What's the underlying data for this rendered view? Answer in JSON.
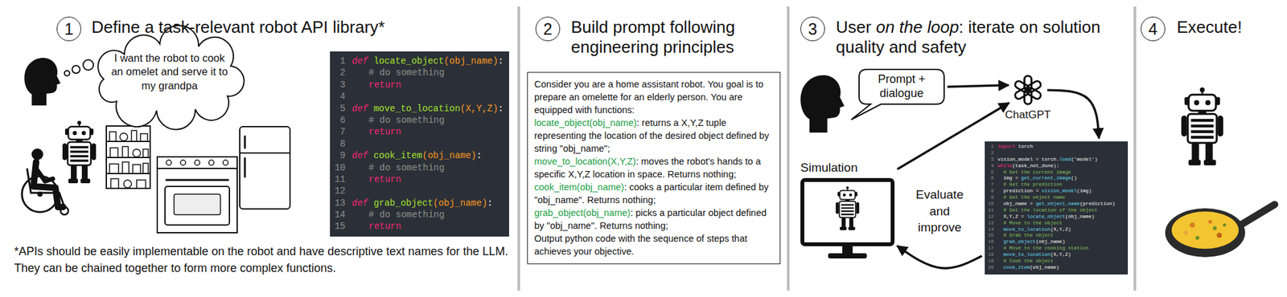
{
  "diagram": {
    "nodes": [
      {
        "text": [
          "I want the robot to cook an omelet and serve it to my grandpa"
        ]
      },
      {
        "text": [
          "1",
          "def locate_object(obj_name):",
          "2",
          "# do something",
          "3",
          "return",
          "4",
          "5",
          "def move_to_location(X,Y,Z):",
          "6",
          "# do something",
          "7",
          "return",
          "8",
          "9",
          "def cook_item(obj_name):",
          "10",
          "# do something",
          "11",
          "return",
          "12",
          "13",
          "def grab_object(obj_name):",
          "14",
          "# do something",
          "15",
          "return"
        ]
      },
      {
        "text": [
          "Consider you are a home assistant robot. You goal is to prepare an omelette for an elderly person. You are equipped with functions:",
          "locate_object(obj_name)",
          ": returns a X,Y,Z tuple representing the location of the desired object defined by string \"obj_name\";",
          "move_to_location(X,Y,Z)",
          ": moves the robot's hands to a specific X,Y,Z location in space. Returns nothing;",
          "cook_item(obj_name)",
          ": cooks a particular item defined by \"obj_name\". Returns nothing;",
          "grab_object(obj_name)",
          ": picks a particular object defined by \"obj_name\". Returns nothing;",
          "Output python code with the sequence of steps that achieves your objective."
        ]
      },
      {
        "text": [
          "Prompt + dialogue"
        ]
      },
      {
        "text": [
          "ChatGPT"
        ]
      },
      {
        "text": [
          "1",
          "import torch",
          "2",
          "3",
          "vision_model = torch.load('model')",
          "4",
          "while(task_not_done):",
          "5",
          "# Get the current image",
          "6",
          "img = get_current_image()",
          "7",
          "# Get the prediction",
          "8",
          "prediction = vision_model(img)",
          "9",
          "# Get the object name",
          "10",
          "obj_name = get_object_name(prediction)",
          "11",
          "# Get the location of the object",
          "12",
          "X,Y,Z = locate_object(obj_name)",
          "13",
          "# Move to the object",
          "14",
          "move_to_location(X,Y,Z)",
          "15",
          "# Grab the object",
          "16",
          "grab_object(obj_name)",
          "17",
          "# Move to the cooking station",
          "18",
          "move_to_location(X,Y,Z)",
          "19",
          "# Cook the object",
          "20",
          "cook_item(obj_name)"
        ]
      },
      {
        "text": [
          "Simulation"
        ]
      }
    ],
    "edges": [
      {
        "from": 3,
        "to": 4,
        "arrow": "to"
      },
      {
        "from": 4,
        "to": 5,
        "arrow": "to"
      },
      {
        "from": 5,
        "to": 6,
        "arrow": "to"
      },
      {
        "from": 6,
        "to": 4,
        "arrow": "to"
      }
    ],
    "labels": [
      "1",
      "Define a task-relevant robot API library*",
      "*APIs should be easily implementable on the robot and have descriptive text names for the LLM. They can be chained together to form more complex functions.",
      "2",
      "Build prompt following engineering principles",
      "3",
      "User",
      "on the loop",
      ": iterate on solution quality and safety",
      "Evaluate and improve",
      "4",
      "Execute!"
    ]
  }
}
